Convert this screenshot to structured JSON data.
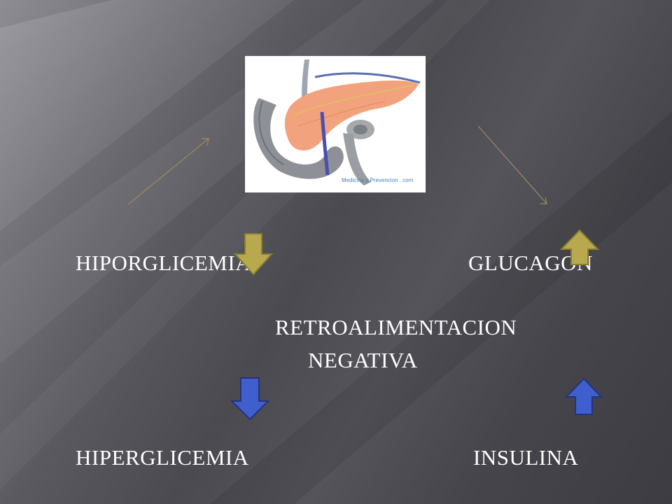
{
  "diagram": {
    "top_left_label": "HIPORGLICEMIA",
    "top_right_label": "GLUCAGON",
    "center_line1": "RETROALIMENTACION",
    "center_line2": "NEGATIVA",
    "bottom_left_label": "HIPERGLICEMIA",
    "bottom_right_label": "INSULINA",
    "image_watermark": "Medicina y Prevencion . com"
  },
  "colors": {
    "yellow_arrow": "#b8a94e",
    "blue_arrow": "#3f5fcf",
    "thin_arrow": "#a08a5a",
    "text": "#ffffff"
  },
  "icons": {
    "yellow_down": "arrow-down-icon",
    "yellow_up": "arrow-up-icon",
    "blue_down": "arrow-down-icon",
    "blue_up": "arrow-up-icon",
    "pancreas": "pancreas-illustration"
  }
}
